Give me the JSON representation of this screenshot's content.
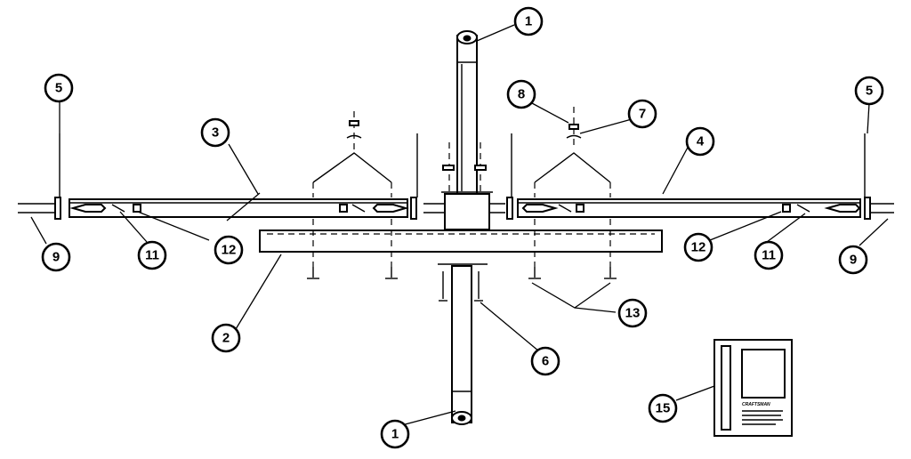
{
  "diagram": {
    "callouts": [
      {
        "id": "c1-top",
        "label": "1"
      },
      {
        "id": "c1-bottom",
        "label": "1"
      },
      {
        "id": "c2",
        "label": "2"
      },
      {
        "id": "c3",
        "label": "3"
      },
      {
        "id": "c4",
        "label": "4"
      },
      {
        "id": "c5-left",
        "label": "5"
      },
      {
        "id": "c5-right",
        "label": "5"
      },
      {
        "id": "c6",
        "label": "6"
      },
      {
        "id": "c7",
        "label": "7"
      },
      {
        "id": "c8",
        "label": "8"
      },
      {
        "id": "c9-left",
        "label": "9"
      },
      {
        "id": "c9-right",
        "label": "9"
      },
      {
        "id": "c11-left",
        "label": "11"
      },
      {
        "id": "c11-right",
        "label": "11"
      },
      {
        "id": "c12-left",
        "label": "12"
      },
      {
        "id": "c12-right",
        "label": "12"
      },
      {
        "id": "c13",
        "label": "13"
      },
      {
        "id": "c15",
        "label": "15"
      }
    ],
    "booklet": {
      "brand": "CRAFTSMAN"
    }
  }
}
